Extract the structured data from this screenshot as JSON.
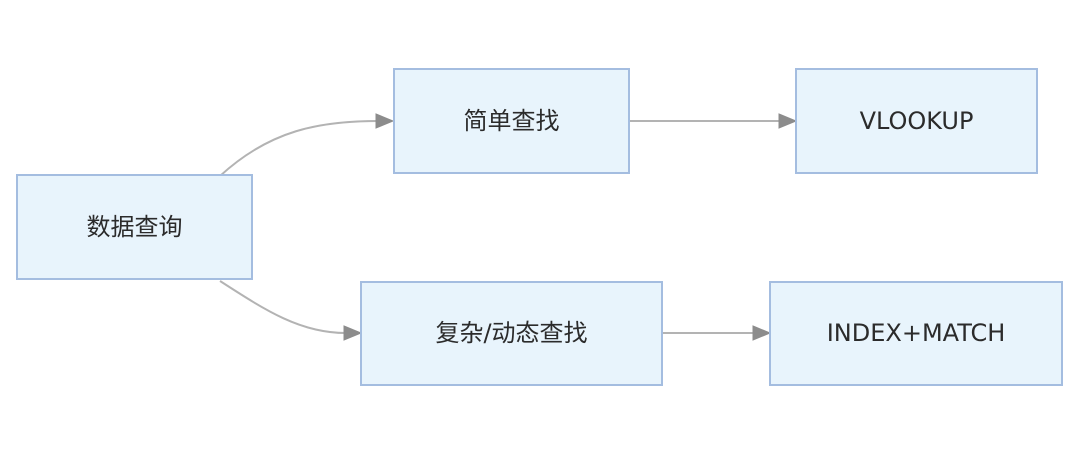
{
  "diagram": {
    "nodes": {
      "root": "数据查询",
      "simple": "简单查找",
      "complex": "复杂/动态查找",
      "vlookup": "VLOOKUP",
      "index_match": "INDEX+MATCH"
    }
  },
  "colors": {
    "node_fill": "#e8f4fc",
    "node_border": "#a4bde0",
    "edge": "#b3b3b3",
    "arrow": "#8c8c8c",
    "text": "#2b2b2b"
  }
}
